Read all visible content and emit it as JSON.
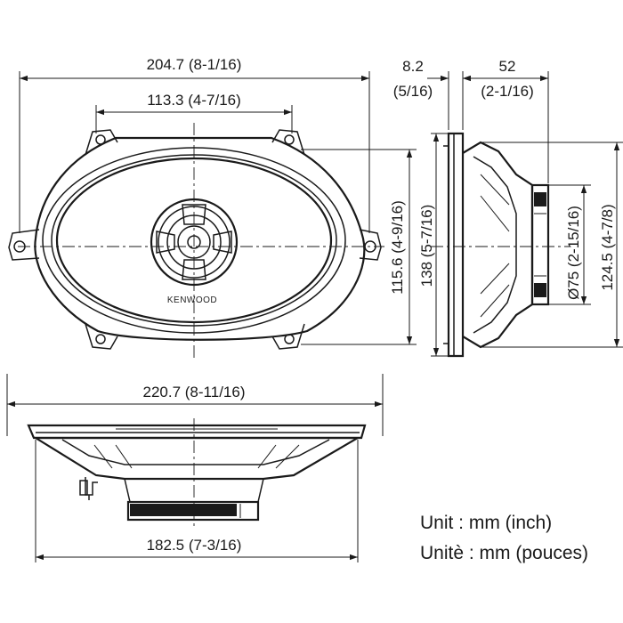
{
  "brand": "KENWOOD",
  "dimensions": {
    "overall_width": "204.7 (8-1/16)",
    "hole_spacing": "113.3 (4-7/16)",
    "flange_mm": "8.2",
    "flange_in": "(5/16)",
    "depth_mm": "52",
    "depth_in": "(2-1/16)",
    "inner_height": "115.6 (4-9/16)",
    "total_height": "138 (5-7/16)",
    "magnet_dia": "Ø75 (2-15/16)",
    "frame_height": "124.5 (4-7/8)",
    "bottom_width": "220.7 (8-11/16)",
    "basket_width": "182.5 (7-3/16)"
  },
  "units": {
    "english": "Unit : mm (inch)",
    "french": "Unitè : mm (pouces)"
  }
}
